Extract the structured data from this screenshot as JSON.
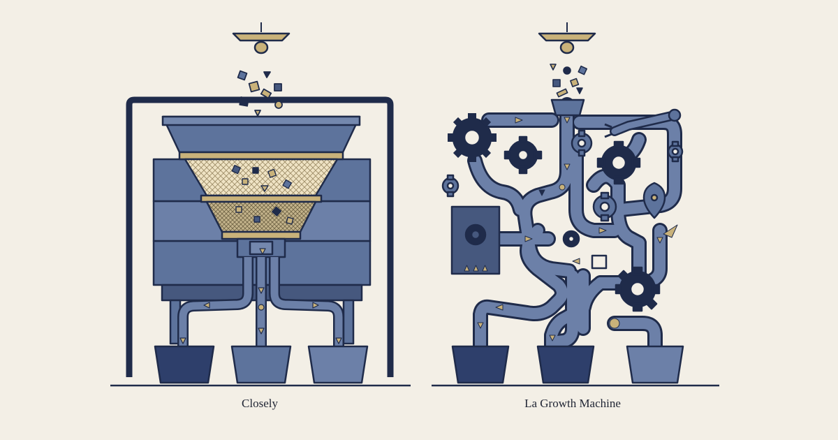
{
  "captions": {
    "left": "Closely",
    "right": "La Growth Machine"
  },
  "colors": {
    "background": "#f3efe6",
    "navy": "#1f2b4a",
    "slate": "#5d739c",
    "slate_light": "#7488ae",
    "slate_dark": "#46587e",
    "gold": "#c9b27a",
    "bucket_dark": "#2e3f6b",
    "bucket_light": "#6c80a8"
  },
  "icons": {
    "left_diagram": "filter-funnel-machine",
    "right_diagram": "tangled-pipes-gear-machine"
  }
}
